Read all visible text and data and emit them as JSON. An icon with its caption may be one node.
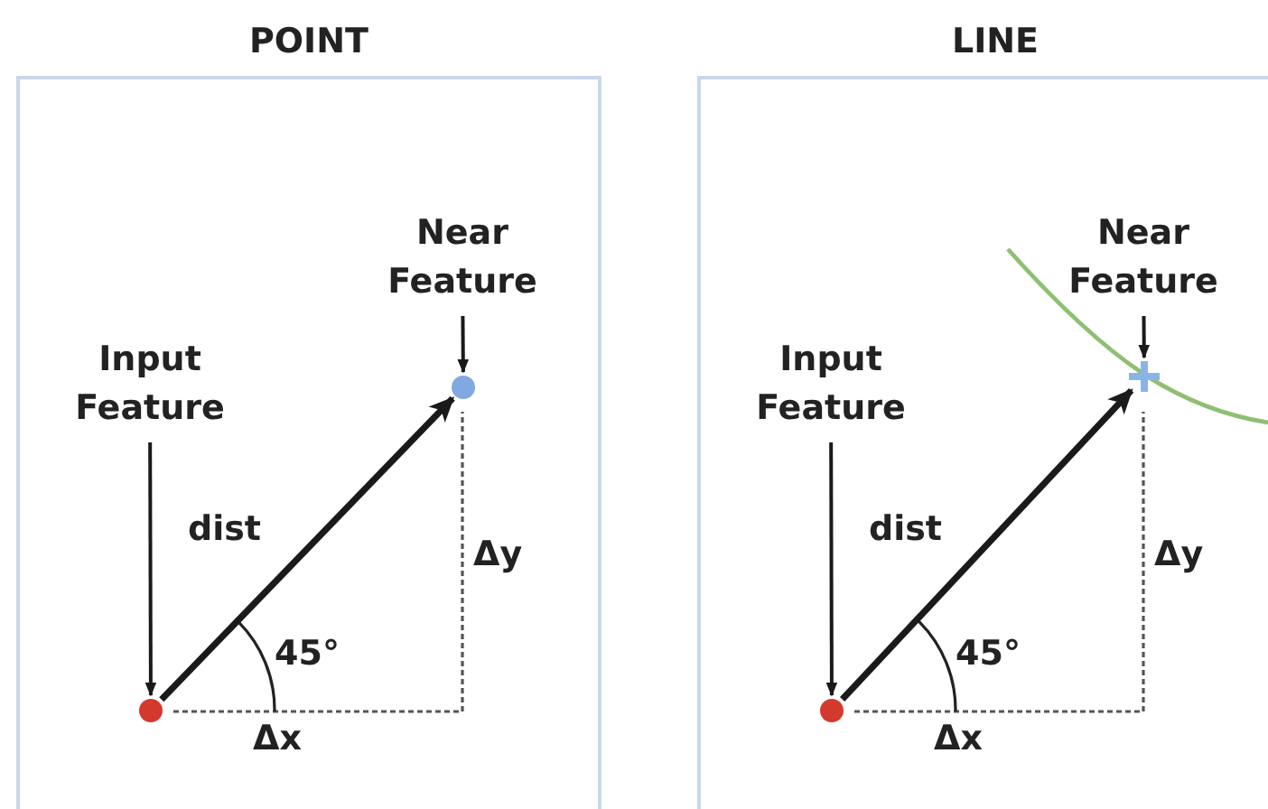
{
  "diagram": {
    "nodes": [
      {
        "text": [
          "POINT"
        ]
      },
      {
        "text": [
          "Input Feature"
        ],
        "in": 0
      },
      {
        "text": [
          "Near Feature"
        ],
        "in": 0
      },
      {
        "text": [],
        "shape": "circle",
        "in": 0
      },
      {
        "text": [],
        "shape": "circle",
        "in": 0
      },
      {
        "text": [
          "LINE"
        ]
      },
      {
        "text": [
          "Input Feature"
        ],
        "in": 5
      },
      {
        "text": [
          "Near Feature"
        ],
        "in": 5
      },
      {
        "text": [],
        "shape": "circle",
        "in": 5
      },
      {
        "text": [],
        "shape": "cross",
        "in": 5
      }
    ],
    "edges": [
      {
        "from": 1,
        "to": 3,
        "arrow": "to"
      },
      {
        "from": 2,
        "to": 4,
        "arrow": "to"
      },
      {
        "from": 3,
        "to": 4,
        "arrow": "to",
        "label": "dist",
        "style": "thick"
      },
      {
        "from": 6,
        "to": 8,
        "arrow": "to"
      },
      {
        "from": 7,
        "to": 9,
        "arrow": "to"
      },
      {
        "from": 8,
        "to": 9,
        "arrow": "to",
        "label": "dist",
        "style": "thick"
      }
    ],
    "labels": [
      "Δy",
      "45°",
      "Δx",
      "Δy",
      "45°",
      "Δx"
    ]
  }
}
